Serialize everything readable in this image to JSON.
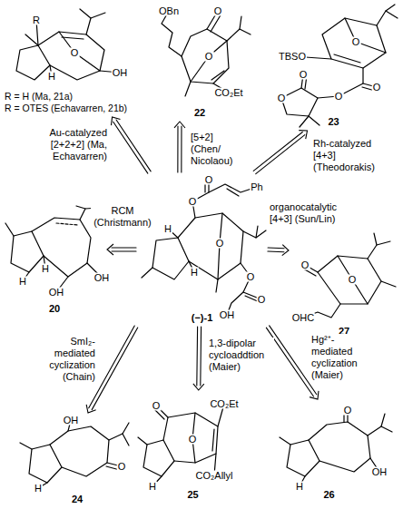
{
  "diagram": {
    "nodes": [
      {
        "text": [
          "R = H (Ma, 21a)",
          "R = OTES (Echavarren, 21b)"
        ]
      },
      {
        "text": [
          "22"
        ]
      },
      {
        "text": [
          "23"
        ]
      },
      {
        "text": [
          "20"
        ]
      },
      {
        "text": [
          "(−)-1"
        ]
      },
      {
        "text": [
          "27"
        ]
      },
      {
        "text": [
          "24"
        ]
      },
      {
        "text": [
          "25"
        ]
      },
      {
        "text": [
          "26"
        ]
      }
    ],
    "edges": [
      {
        "from": 4,
        "to": 0,
        "arrow": "to",
        "label": "Au-catalyzed [2+2+2] (Ma, Echavarren)"
      },
      {
        "from": 4,
        "to": 1,
        "arrow": "to",
        "label": "[5+2] (Chen/ Nicolaou)"
      },
      {
        "from": 4,
        "to": 2,
        "arrow": "to",
        "label": "Rh-catalyzed [4+3] (Theodorakis)"
      },
      {
        "from": 4,
        "to": 3,
        "arrow": "to",
        "label": "RCM (Christmann)"
      },
      {
        "from": 4,
        "to": 5,
        "arrow": "to",
        "label": "organocatalytic [4+3] (Sun/Lin)"
      },
      {
        "from": 4,
        "to": 6,
        "arrow": "to",
        "label": "SmI₂- mediated cyclization (Chain)"
      },
      {
        "from": 4,
        "to": 7,
        "arrow": "to",
        "label": "1,3-dipolar cycloaddtion (Maier)"
      },
      {
        "from": 4,
        "to": 8,
        "arrow": "to",
        "label": "Hg²⁺- mediated cyclization (Maier)"
      }
    ],
    "labels": [
      "R",
      "O",
      "OH",
      "H",
      "OBn",
      "O",
      "O",
      "CO₂Et",
      "TBSO",
      "O",
      "O",
      "O",
      "O",
      "O",
      "H",
      "H",
      "OH",
      "OH",
      "O",
      "O",
      "Ph",
      "O",
      "O",
      "O",
      "OH",
      "H",
      "H",
      "O",
      "O",
      "OHC",
      "OH",
      "H",
      "O",
      "O",
      "CO₂Et",
      "O",
      "H",
      "CO₂Allyl",
      "O",
      "H",
      "OH"
    ]
  }
}
